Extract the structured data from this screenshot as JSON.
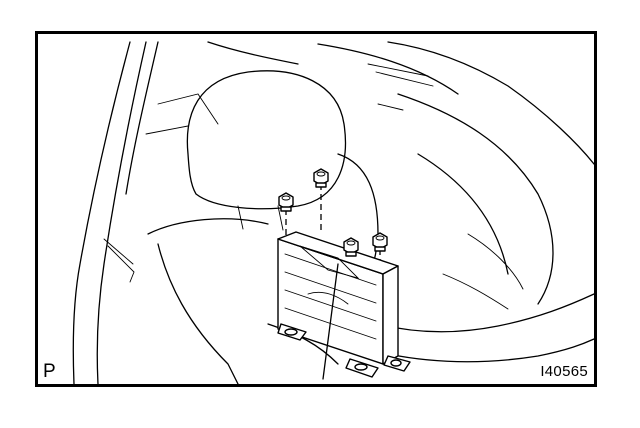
{
  "diagram": {
    "view_letter": "P",
    "figure_code": "I40565",
    "parts": [
      {
        "name": "ecu-bracket",
        "label": ""
      },
      {
        "name": "nut",
        "count": 4
      }
    ],
    "colors": {
      "line": "#000000",
      "background": "#ffffff"
    }
  }
}
